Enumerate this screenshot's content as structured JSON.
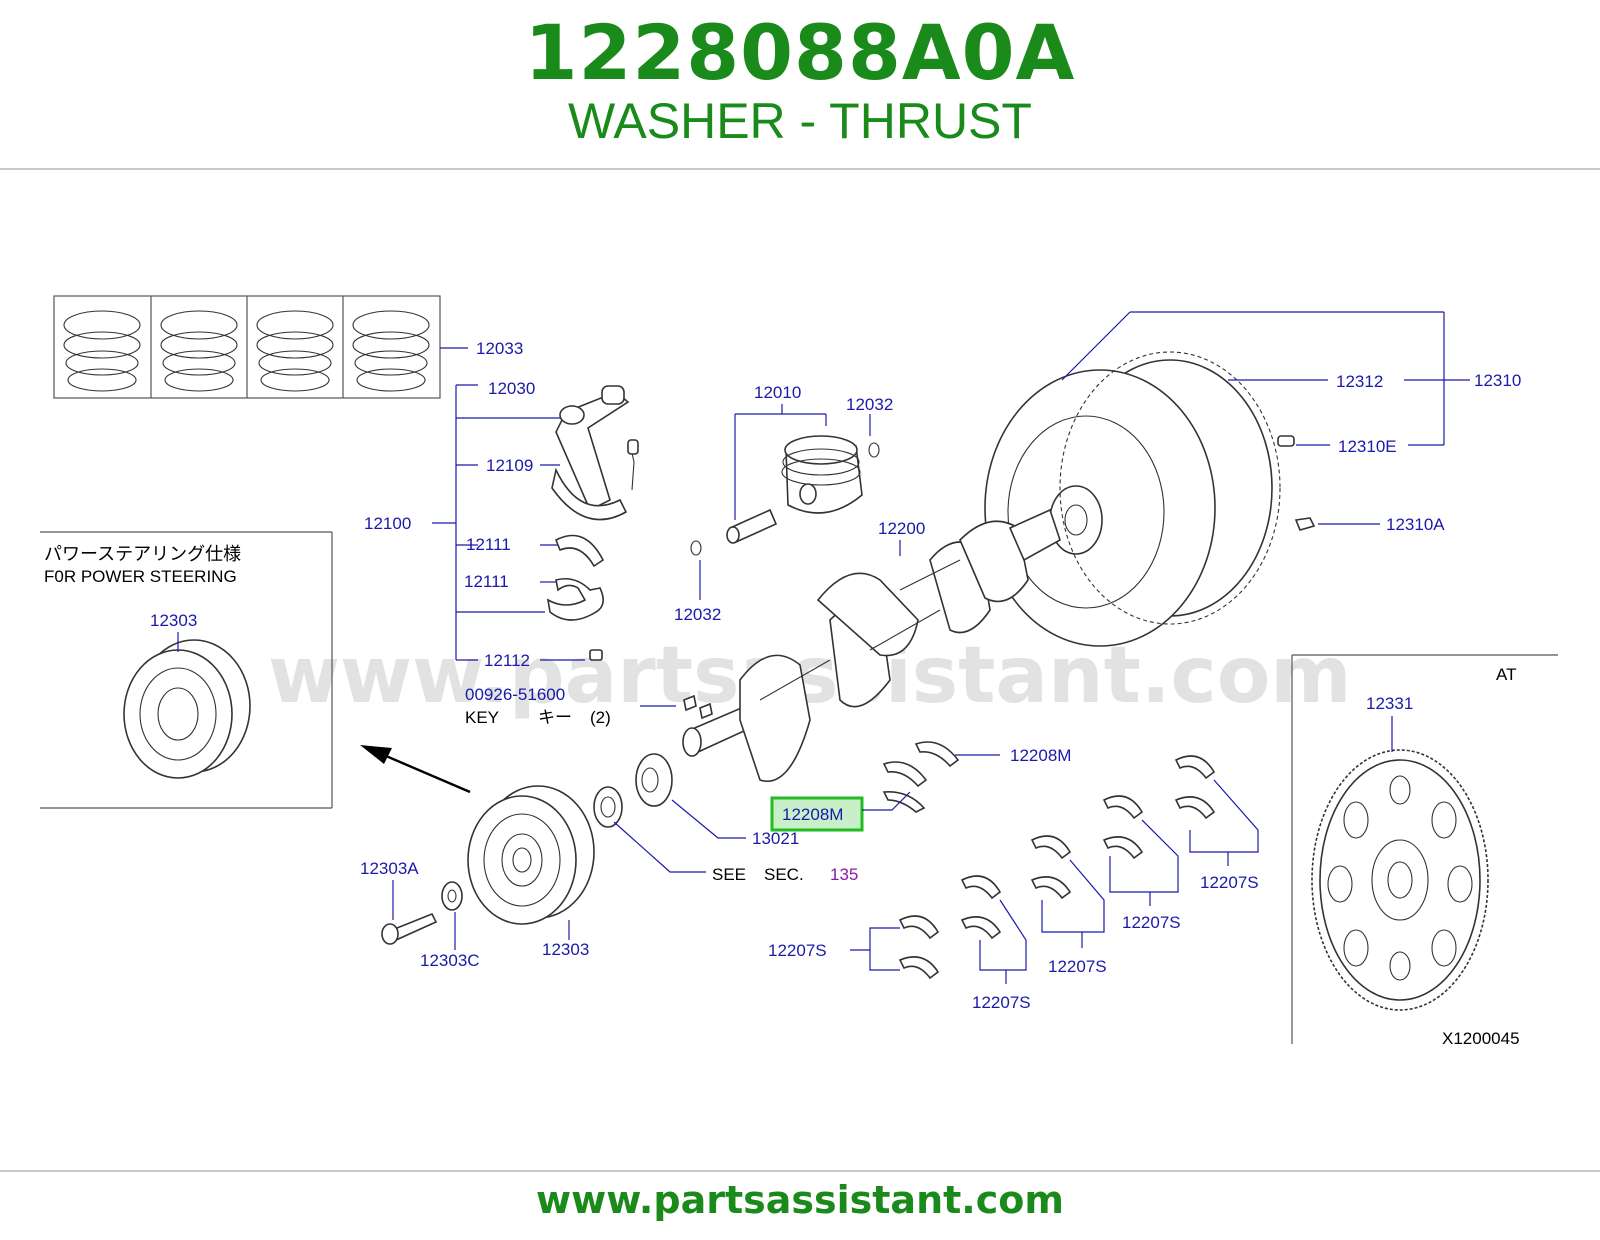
{
  "header": {
    "part_number": "1228088A0A",
    "part_name": "WASHER - THRUST"
  },
  "footer": {
    "url": "www.partsassistant.com"
  },
  "watermark": "www.partsassistant.com",
  "diagram": {
    "labels": {
      "l12033": "12033",
      "l12030": "12030",
      "l12109": "12109",
      "l12100": "12100",
      "l12111a": "12111",
      "l12111b": "12111",
      "l12112": "12112",
      "l12010": "12010",
      "l12032a": "12032",
      "l12032b": "12032",
      "l12200": "12200",
      "l12312": "12312",
      "l12310": "12310",
      "l12310E": "12310E",
      "l12310A": "12310A",
      "l00926": "00926-51600",
      "key_en": "KEY",
      "key_jp": "キー",
      "key_qty": "(2)",
      "l12208M_a": "12208M",
      "l12208M_hl": "12208M",
      "l13021": "13021",
      "see": "SEE",
      "sec": "SEC.",
      "sec_num": "135",
      "l12303A": "12303A",
      "l12303C": "12303C",
      "l12303": "12303",
      "l12303_inset": "12303",
      "l12207S_1": "12207S",
      "l12207S_2": "12207S",
      "l12207S_3": "12207S",
      "l12207S_4": "12207S",
      "l12207S_5": "12207S",
      "l12331": "12331",
      "at": "AT",
      "drawing_code": "X1200045",
      "ps_jp": "パワーステアリング仕様",
      "ps_en": "F0R  POWER  STEERING"
    }
  },
  "colors": {
    "brand_green": "#1a8a1a",
    "label_blue": "#1a1aaa",
    "highlight": "#22bb22"
  }
}
